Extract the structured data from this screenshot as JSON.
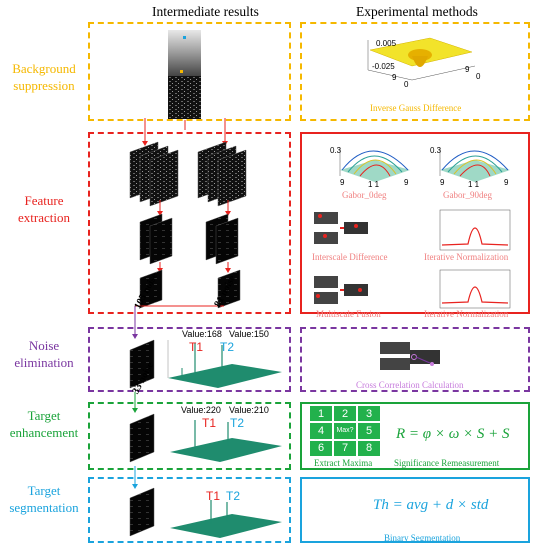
{
  "headers": {
    "left": "Intermediate results",
    "right": "Experimental methods"
  },
  "colors": {
    "background": "#f5b800",
    "feature": "#e8231f",
    "noise": "#7a36a0",
    "enhancement": "#1aa33a",
    "segmentation": "#1aa3dd",
    "gabor_caption": "#f08080",
    "cross_caption": "#c77bdc",
    "t1": "#e8231f",
    "t2": "#1aa3dd"
  },
  "stages": [
    {
      "label_line1": "Background",
      "label_line2": "suppression"
    },
    {
      "label_line1": "Feature",
      "label_line2": "extraction"
    },
    {
      "label_line1": "Noise",
      "label_line2": "elimination"
    },
    {
      "label_line1": "Target",
      "label_line2": "enhancement"
    },
    {
      "label_line1": "Target",
      "label_line2": "segmentation"
    }
  ],
  "background_method": {
    "z_top": "0.005",
    "z_bottom": "-0.025",
    "x_left": "9",
    "x_mid": "0",
    "y_right": "9",
    "y_zero": "0",
    "caption": "Inverse Gauss Difference"
  },
  "feature_method": {
    "gabor0": {
      "z": "0.3",
      "x1": "9",
      "x2": "1 1",
      "x3": "9",
      "caption": "Gabor_0deg"
    },
    "gabor90": {
      "z": "0.3",
      "x1": "9",
      "x2": "1 1",
      "x3": "9",
      "caption": "Gabor_90deg"
    },
    "captions": [
      "Interscale Difference",
      "Iterative Normalization",
      "Multiscale Fusion",
      "Iterative Normalization"
    ]
  },
  "feature_results": {
    "noise_left": "105 noise",
    "noise_right": "81 noise"
  },
  "noise_results": {
    "value1": "Value:168",
    "value2": "Value:150",
    "t1": "T1",
    "t2": "T2",
    "noise": "33 noise"
  },
  "noise_method": {
    "caption": "Cross Correlation Calculation"
  },
  "enh_results": {
    "value1": "Value:220",
    "value2": "Value:210",
    "t1": "T1",
    "t2": "T2"
  },
  "enh_method": {
    "cells": [
      "1",
      "2",
      "3",
      "4",
      "Max?",
      "5",
      "6",
      "7",
      "8"
    ],
    "caption_left": "Extract Maxima",
    "formula": "R = φ × ω × S + S",
    "caption_right": "Significance Remeasurement"
  },
  "seg_results": {
    "t1": "T1",
    "t2": "T2"
  },
  "seg_method": {
    "formula": "Th = avg + d × std",
    "caption": "Binary Segmentation"
  }
}
